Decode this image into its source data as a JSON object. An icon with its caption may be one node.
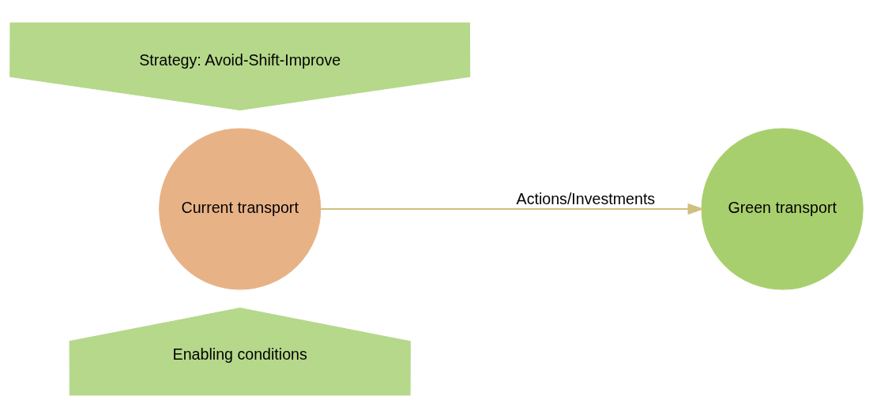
{
  "diagram": {
    "nodes": [
      {
        "text": [
          "Current transport"
        ]
      },
      {
        "text": [
          "Green transport"
        ]
      },
      {
        "text": [
          "Strategy: Avoid-Shift-Improve"
        ]
      },
      {
        "text": [
          "Enabling conditions"
        ]
      }
    ],
    "edges": [
      {
        "from": 0,
        "to": 1,
        "arrow": "to",
        "label": "Actions/Investments"
      }
    ]
  }
}
